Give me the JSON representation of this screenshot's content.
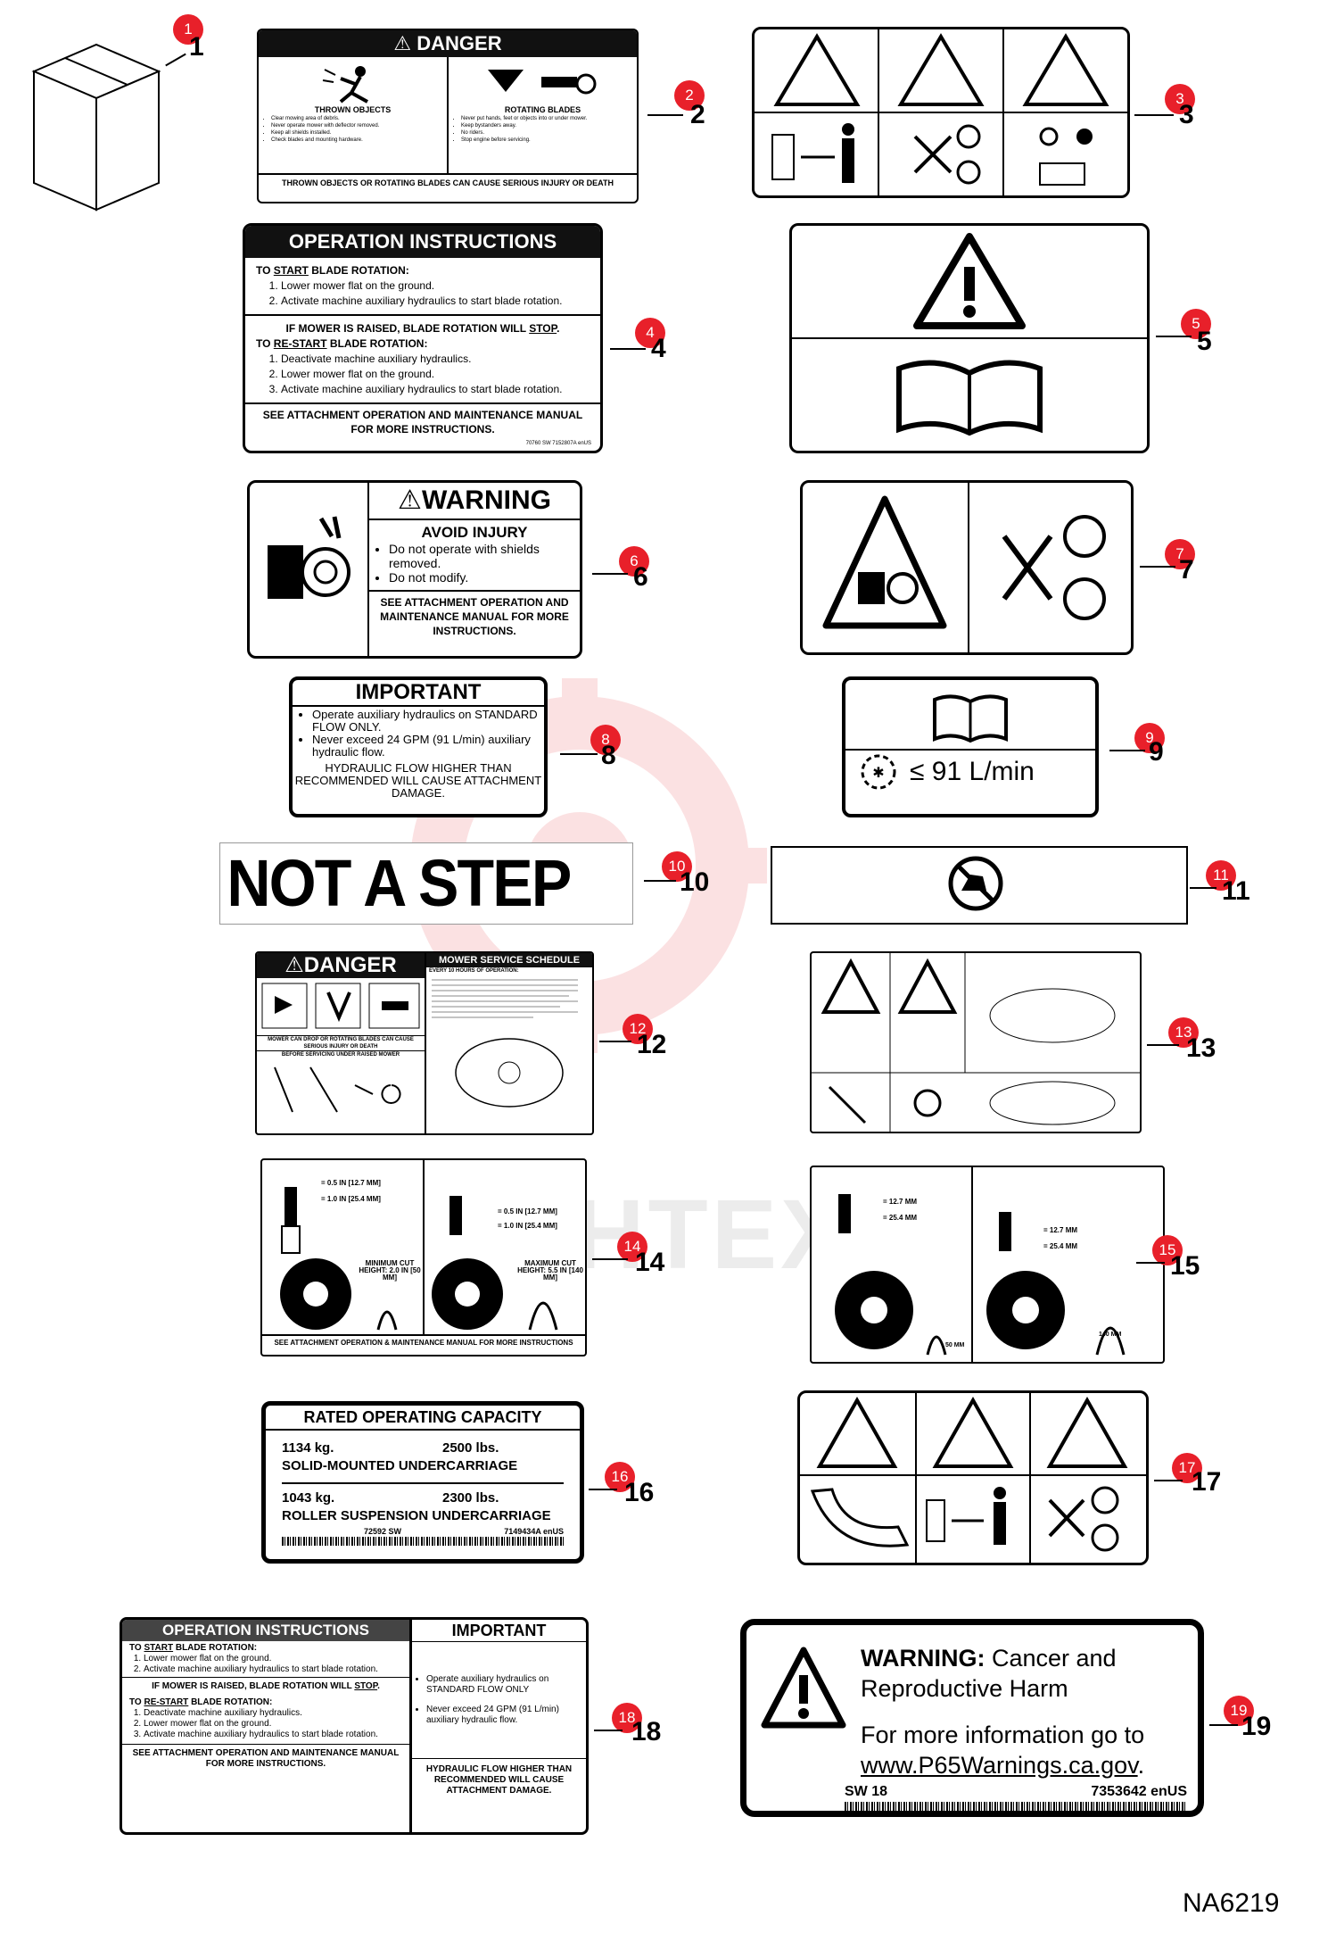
{
  "drawing_code": "NA6219",
  "watermark": "ИНТЕХ",
  "callouts": [
    "1",
    "2",
    "3",
    "4",
    "5",
    "6",
    "7",
    "8",
    "9",
    "10",
    "11",
    "12",
    "13",
    "14",
    "15",
    "16",
    "17",
    "18",
    "19"
  ],
  "decal2": {
    "header": "DANGER",
    "left_title": "THROWN OBJECTS",
    "left_items": [
      "Clear mowing area of debris.",
      "Never operate mower with deflector removed.",
      "Keep all shields installed.",
      "Check blades and mounting hardware."
    ],
    "right_title": "ROTATING BLADES",
    "right_items": [
      "Never put hands, feet or objects into or under mower.",
      "Keep bystanders away.",
      "No riders.",
      "Stop engine before servicing."
    ],
    "footer": "THROWN OBJECTS OR ROTATING BLADES CAN CAUSE SERIOUS INJURY OR DEATH"
  },
  "decal4": {
    "header": "OPERATION INSTRUCTIONS",
    "start_prefix": "TO ",
    "start_word": "START",
    "start_suffix": " BLADE ROTATION:",
    "start_steps": [
      "Lower mower flat on the ground.",
      "Activate machine auxiliary hydraulics to start blade rotation."
    ],
    "raised_prefix": "IF MOWER IS RAISED, BLADE ROTATION WILL ",
    "raised_word": "STOP",
    "raised_suffix": ".",
    "restart_prefix": "TO ",
    "restart_word": "RE-START",
    "restart_suffix": " BLADE ROTATION:",
    "restart_steps": [
      "Deactivate machine auxiliary hydraulics.",
      "Lower mower flat on the ground.",
      "Activate machine auxiliary hydraulics to start blade rotation."
    ],
    "footer": "SEE ATTACHMENT OPERATION AND MAINTENANCE MANUAL FOR MORE INSTRUCTIONS.",
    "code": "70760  SW  7152807A enUS"
  },
  "decal6": {
    "header": "WARNING",
    "subheader": "AVOID INJURY",
    "items": [
      "Do not operate with shields removed.",
      "Do not modify."
    ],
    "footer": "SEE ATTACHMENT OPERATION AND MAINTENANCE MANUAL FOR MORE INSTRUCTIONS."
  },
  "decal8": {
    "header": "IMPORTANT",
    "items": [
      "Operate auxiliary hydraulics on STANDARD FLOW ONLY.",
      "Never exceed 24 GPM (91 L/min) auxiliary hydraulic flow."
    ],
    "footer": "HYDRAULIC FLOW HIGHER THAN RECOMMENDED WILL CAUSE ATTACHMENT DAMAGE."
  },
  "decal9": {
    "flow": "≤ 91 L/min"
  },
  "decal10": {
    "text": "NOT A STEP"
  },
  "decal12": {
    "header": "DANGER",
    "schedule_title": "MOWER SERVICE SCHEDULE",
    "schedule_sub": "EVERY 10 HOURS OF OPERATION:",
    "warning": "MOWER CAN DROP OR ROTATING BLADES CAN CAUSE SERIOUS INJURY OR DEATH",
    "service": "BEFORE SERVICING UNDER RAISED MOWER"
  },
  "decal14": {
    "dims_left": [
      "= 0.5 IN [12.7 MM]",
      "= 1.0 IN [25.4 MM]"
    ],
    "dims_right": [
      "= 0.5 IN [12.7 MM]",
      "= 1.0 IN [25.4 MM]"
    ],
    "min_label": "MINIMUM CUT HEIGHT: 2.0 IN [50 MM]",
    "max_label": "MAXIMUM CUT HEIGHT: 5.5 IN [140 MM]",
    "footer": "SEE ATTACHMENT OPERATION & MAINTENANCE MANUAL FOR MORE INSTRUCTIONS"
  },
  "decal15": {
    "dims_left": [
      "= 12.7 MM",
      "= 25.4 MM"
    ],
    "dims_right": [
      "= 12.7 MM",
      "= 25.4 MM"
    ],
    "min_mm": "50 MM",
    "max_mm": "140 MM"
  },
  "decal16": {
    "header": "RATED OPERATING CAPACITY",
    "row1_kg": "1134 kg.",
    "row1_lbs": "2500 lbs.",
    "row1_label": "SOLID-MOUNTED UNDERCARRIAGE",
    "row2_kg": "1043 kg.",
    "row2_lbs": "2300 lbs.",
    "row2_label": "ROLLER SUSPENSION UNDERCARRIAGE",
    "code_sw": "72592 SW",
    "code_part": "7149434A enUS"
  },
  "decal18": {
    "left_header": "OPERATION INSTRUCTIONS",
    "right_header": "IMPORTANT",
    "start_prefix": "TO ",
    "start_word": "START",
    "start_suffix": " BLADE ROTATION:",
    "start_steps": [
      "Lower mower flat on the ground.",
      "Activate machine auxiliary hydraulics to start blade rotation."
    ],
    "raised_prefix": "IF MOWER IS RAISED, BLADE ROTATION WILL ",
    "raised_word": "STOP",
    "raised_suffix": ".",
    "restart_prefix": "TO ",
    "restart_word": "RE-START",
    "restart_suffix": " BLADE ROTATION:",
    "restart_steps": [
      "Deactivate machine auxiliary hydraulics.",
      "Lower mower flat on the ground.",
      "Activate machine auxiliary hydraulics to start blade rotation."
    ],
    "left_footer": "SEE ATTACHMENT OPERATION AND MAINTENANCE MANUAL FOR MORE INSTRUCTIONS.",
    "right_items": [
      "Operate auxiliary hydraulics on STANDARD FLOW ONLY",
      "Never exceed 24 GPM (91 L/min) auxiliary hydraulic flow."
    ],
    "right_footer": "HYDRAULIC FLOW HIGHER THAN RECOMMENDED WILL CAUSE ATTACHMENT DAMAGE."
  },
  "decal19": {
    "warning_word": "WARNING:",
    "warning_rest": " Cancer and",
    "warning_line2": "Reproductive Harm",
    "info": "For more information go to",
    "url": "www.P65Warnings.ca.gov",
    "url_suffix": ".",
    "code_sw": "SW 18",
    "code_part": "7353642 enUS"
  },
  "colors": {
    "callout": "#e8202a",
    "ink": "#000000",
    "watermark": "#e8202a"
  }
}
